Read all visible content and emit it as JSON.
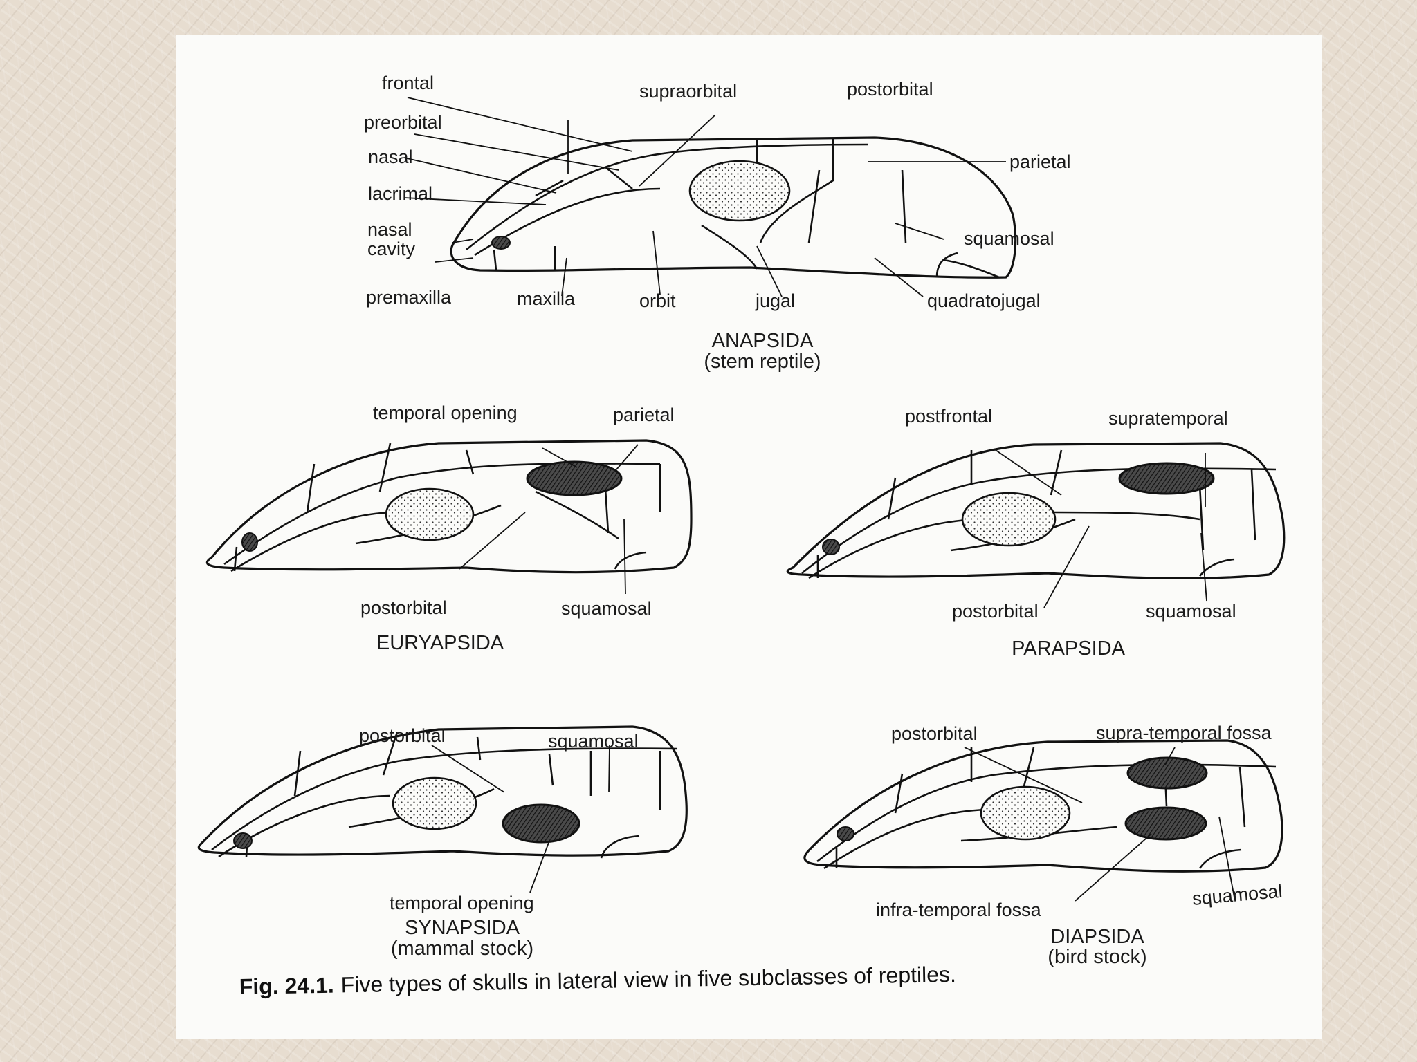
{
  "page": {
    "background_color": "#e7ddd0",
    "panel_color": "#fbfbf9",
    "ink_color": "#111111"
  },
  "anapsida": {
    "title": "ANAPSIDA",
    "subtitle": "(stem reptile)",
    "labels": {
      "frontal": "frontal",
      "supraorbital": "supraorbital",
      "postorbital": "postorbital",
      "preorbital": "preorbital",
      "parietal": "parietal",
      "nasal": "nasal",
      "lacrimal": "lacrimal",
      "squamosal": "squamosal",
      "nasal_cavity_1": "nasal",
      "nasal_cavity_2": "cavity",
      "premaxilla": "premaxilla",
      "maxilla": "maxilla",
      "orbit": "orbit",
      "jugal": "jugal",
      "quadratojugal": "quadratojugal"
    }
  },
  "euryapsida": {
    "title": "EURYAPSIDA",
    "labels": {
      "temporal_opening": "temporal opening",
      "parietal": "parietal",
      "postorbital": "postorbital",
      "squamosal": "squamosal"
    }
  },
  "parapsida": {
    "title": "PARAPSIDA",
    "labels": {
      "postfrontal": "postfrontal",
      "supratemporal": "supratemporal",
      "postorbital": "postorbital",
      "squamosal": "squamosal"
    }
  },
  "synapsida": {
    "title": "SYNAPSIDA",
    "subtitle": "(mammal stock)",
    "labels": {
      "postorbital": "postorbital",
      "squamosal": "squamosal",
      "temporal_opening": "temporal opening"
    }
  },
  "diapsida": {
    "title": "DIAPSIDA",
    "subtitle": "(bird stock)",
    "labels": {
      "postorbital": "postorbital",
      "supra_temporal_fossa": "supra-temporal fossa",
      "infra_temporal_fossa": "infra-temporal fossa",
      "squamosal": "squamosal"
    }
  },
  "caption": {
    "prefix": "Fig. 24.1.",
    "text": "Five types of skulls in lateral view in five subclasses of reptiles."
  }
}
